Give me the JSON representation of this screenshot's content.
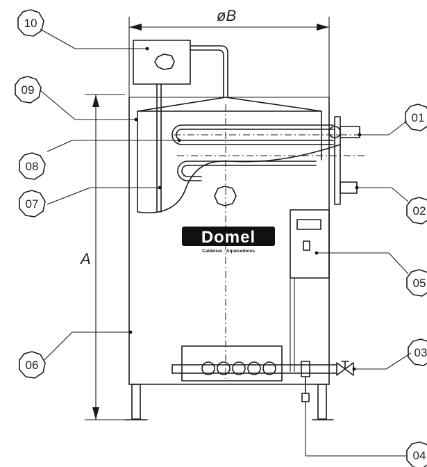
{
  "dimensions": {
    "width_label": "øB",
    "height_label": "A"
  },
  "brand": {
    "name": "Domel",
    "tagline": "Caldeiras · Aquecedores"
  },
  "callouts": [
    {
      "id": "10",
      "label": "10"
    },
    {
      "id": "09",
      "label": "09"
    },
    {
      "id": "08",
      "label": "08"
    },
    {
      "id": "07",
      "label": "07"
    },
    {
      "id": "06",
      "label": "06"
    },
    {
      "id": "01",
      "label": "01"
    },
    {
      "id": "02",
      "label": "02"
    },
    {
      "id": "05",
      "label": "05"
    },
    {
      "id": "03",
      "label": "03"
    },
    {
      "id": "04",
      "label": "04"
    }
  ]
}
